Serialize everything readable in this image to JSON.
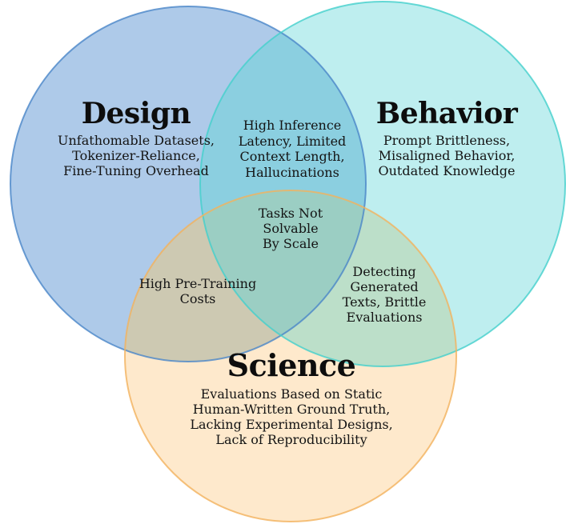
{
  "diagram": {
    "type": "venn",
    "background": "#ffffff",
    "text_color": "#141414",
    "sets": {
      "design": {
        "title": "Design",
        "items": "Unfathomable Datasets,\nTokenizer-Reliance,\nFine-Tuning Overhead",
        "fill": "#aecae9",
        "stroke": "#4a86c8"
      },
      "behavior": {
        "title": "Behavior",
        "items": "Prompt Brittleness,\nMisaligned Behavior,\nOutdated Knowledge",
        "fill": "#beeeef",
        "stroke": "#44cfcc"
      },
      "science": {
        "title": "Science",
        "items": "Evaluations Based on Static\nHuman-Written Ground Truth,\nLacking Experimental Designs,\nLack of Reproducibility",
        "fill": "#fee9cc",
        "stroke": "#f2b25c"
      }
    },
    "overlaps": {
      "design_behavior": {
        "text": "High Inference\nLatency, Limited\nContext Length,\nHallucinations",
        "fill": "#8bcfe0"
      },
      "design_science": {
        "text": "High Pre-Training\nCosts",
        "fill": "#cdc9b2"
      },
      "behavior_science": {
        "text": "Detecting\nGenerated\nTexts, Brittle\nEvaluations",
        "fill": "#bcdfc9"
      },
      "all_three": {
        "text": "Tasks Not\nSolvable\nBy Scale",
        "fill": "#9bcec3"
      }
    }
  }
}
